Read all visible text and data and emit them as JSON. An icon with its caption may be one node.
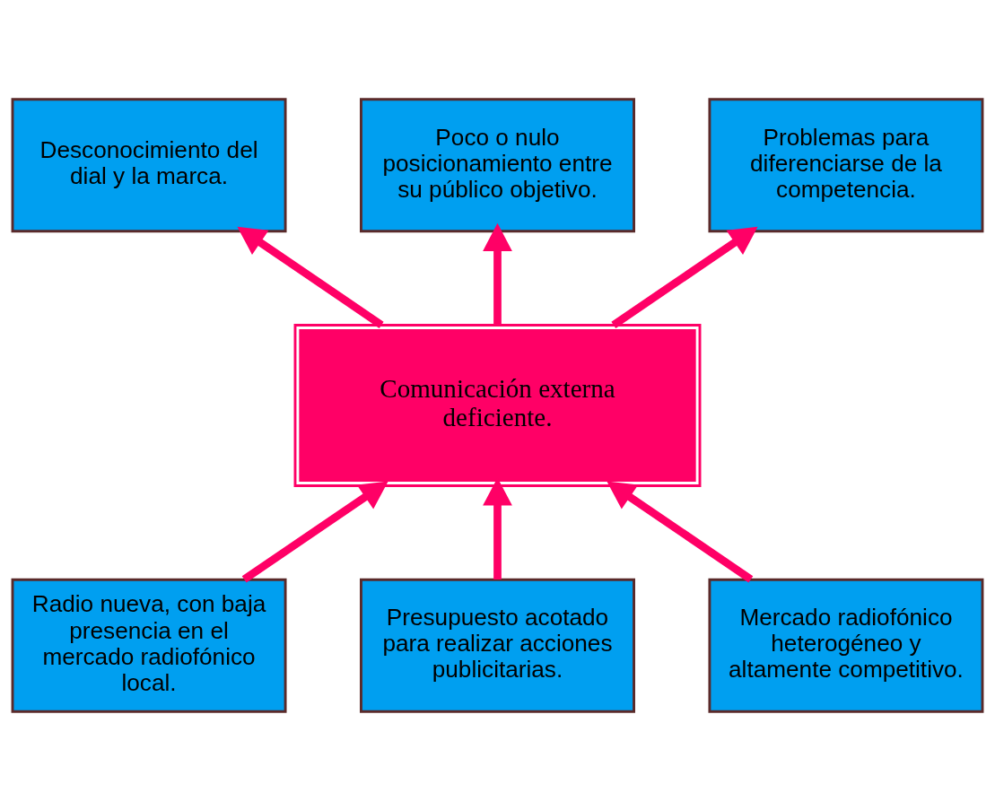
{
  "diagram": {
    "nodes": [
      {
        "text": [
          "Comunicación externa deficiente."
        ]
      },
      {
        "text": [
          "Desconocimiento del dial y la marca."
        ]
      },
      {
        "text": [
          "Poco o nulo posicionamiento entre su público objetivo."
        ]
      },
      {
        "text": [
          "Problemas para diferenciarse de la competencia."
        ]
      },
      {
        "text": [
          "Radio nueva, con baja presencia en el mercado radiofónico local."
        ]
      },
      {
        "text": [
          "Presupuesto acotado para realizar acciones publicitarias."
        ]
      },
      {
        "text": [
          "Mercado radiofónico heterogéneo y altamente competitivo."
        ]
      }
    ],
    "edges": [
      {
        "from": 0,
        "to": 1,
        "arrow": "to"
      },
      {
        "from": 0,
        "to": 2,
        "arrow": "to"
      },
      {
        "from": 0,
        "to": 3,
        "arrow": "to"
      },
      {
        "from": 4,
        "to": 0,
        "arrow": "to"
      },
      {
        "from": 5,
        "to": 0,
        "arrow": "to"
      },
      {
        "from": 6,
        "to": 0,
        "arrow": "to"
      }
    ]
  }
}
